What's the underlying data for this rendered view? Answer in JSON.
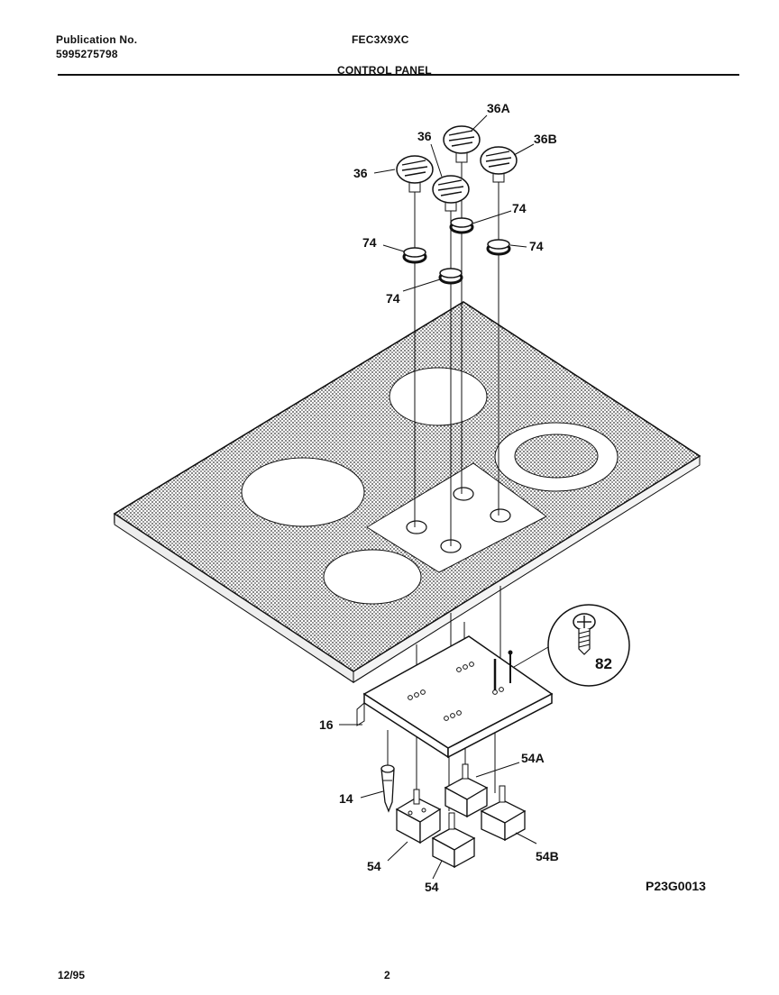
{
  "header": {
    "publication_label": "Publication No.",
    "publication_number": "5995275798",
    "model": "FEC3X9XC",
    "section_title": "CONTROL PANEL"
  },
  "callouts": {
    "knob_36_left": "36",
    "knob_36_center": "36",
    "knob_36A": "36A",
    "knob_36B": "36B",
    "ring_74_a": "74",
    "ring_74_b": "74",
    "ring_74_c": "74",
    "ring_74_d": "74",
    "bracket_16": "16",
    "screw_82": "82",
    "switch_54A": "54A",
    "switch_54B": "54B",
    "switch_54_a": "54",
    "switch_54_b": "54",
    "light_14": "14"
  },
  "diagram_code": "P23G0013",
  "footer": {
    "date": "12/95",
    "page": "2"
  },
  "colors": {
    "ink": "#111111",
    "paper": "#ffffff"
  }
}
